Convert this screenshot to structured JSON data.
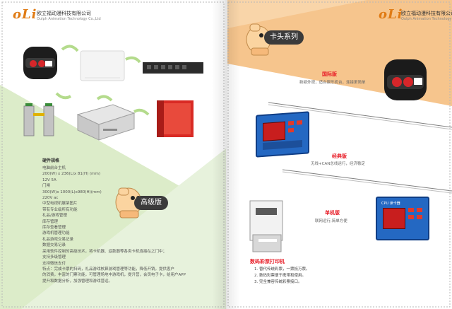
{
  "company": {
    "logo": "oLi",
    "name_cn": "欧立福动漫科技有限公司",
    "name_en": "Oulph Animation Technology Co.,Ltd"
  },
  "left": {
    "specs_title": "硬件规格",
    "specs": [
      "电脑前台主机",
      "200(W) x 236(L)x 81(H) (mm)",
      "12V 5A",
      "门闸",
      "300(W)x 1000(L)x980(H)(mm)",
      "220V ac",
      "中型电视机展架图片",
      "带有专业级所有功能",
      "礼品/游戏管理",
      "库存管理",
      "库存查看管理",
      "游戏机管理功能",
      "礼品游戏交易记录",
      "数据交易记录",
      "采用软件控制的高级技术，将卡机器、返款器等各类卡机连接在之门中；",
      "支持多级管理",
      "支持微信支付",
      "特点：完成卡票的扫码，礼品游戏核算游戏管理等功能，降低开销，提供客户",
      "的消费，丰富的门票功能，可管理场地中游戏机，提升营，会员电子卡，给用户APP",
      "提升和数据分析，加强管理和游戏营运。"
    ],
    "badge": "高级版"
  },
  "right": {
    "badge": "卡头系列",
    "intl_title": "国际版",
    "intl_desc": "新颖外观，适合娱乐机台，连接更简单",
    "classic_title": "经典版",
    "classic_desc": "无线+CAN总线运行，经济稳定",
    "single_title": "单机版",
    "single_desc": "联网运行,简单方便",
    "printer_title": "数码彩票打印机",
    "printer_items": [
      "1. 替代传统彩票，一票抵万票。",
      "2. 数码彩票便于携带和使用。",
      "3. 完全兼容传统彩票接口。"
    ],
    "device_screen": "CPU 读卡器"
  },
  "colors": {
    "orange_accent": "#f6c58d",
    "green_accent": "#d6ebc4",
    "red_text": "#e8202a",
    "blue_device": "#2468c2"
  }
}
